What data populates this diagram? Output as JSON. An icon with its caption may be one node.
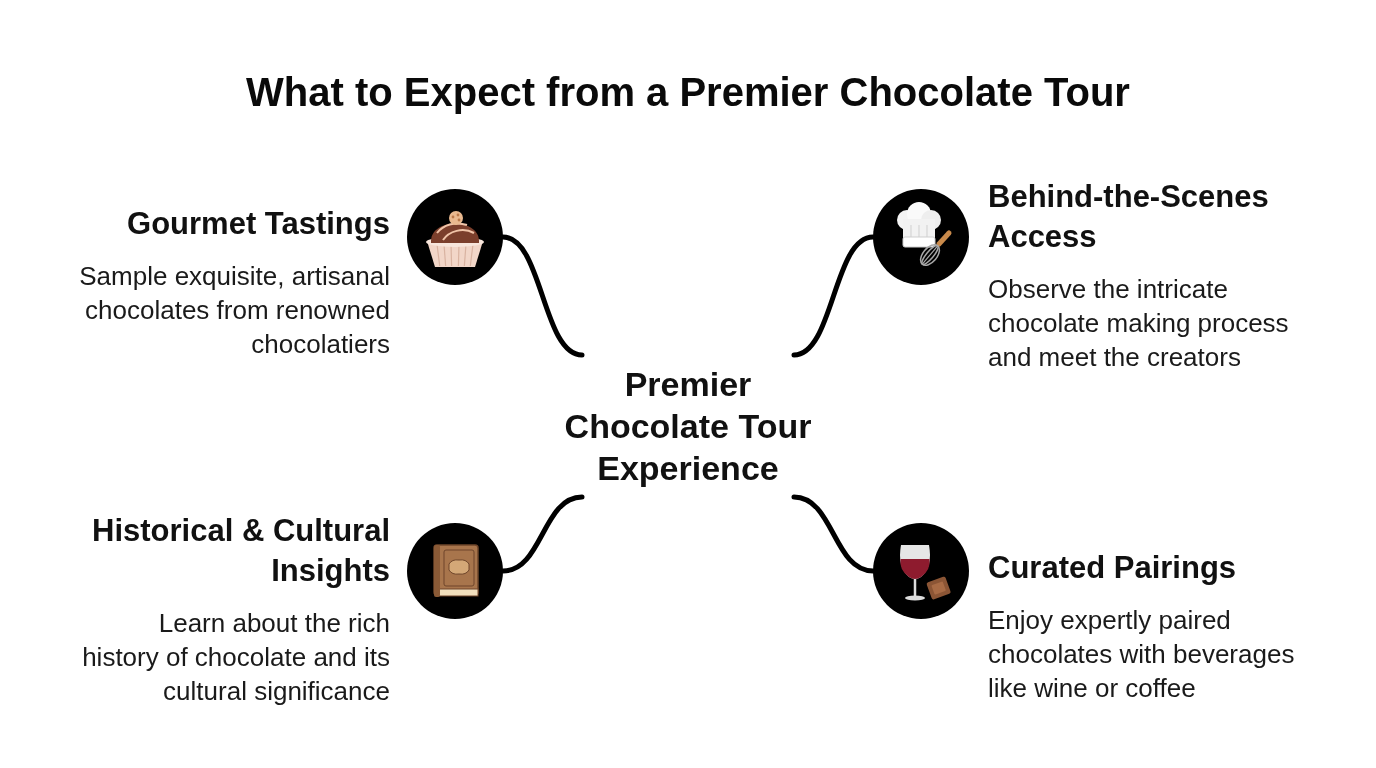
{
  "diagram": {
    "title": "What to Expect from a Premier Chocolate Tour",
    "nodes": [
      {
        "text": [],
        "shape": "circle",
        "beside": [
          "Gourmet Tastings",
          "Sample exquisite, artisanal chocolates from renowned chocolatiers"
        ]
      },
      {
        "text": [],
        "shape": "circle",
        "beside": [
          "Behind-the-Scenes Access",
          "Observe the intricate chocolate making process and meet the creators"
        ]
      },
      {
        "text": [
          "Premier Chocolate Tour Experience"
        ]
      },
      {
        "text": [],
        "shape": "circle",
        "beside": [
          "Historical & Cultural Insights",
          "Learn about the rich history of chocolate and its cultural significance"
        ]
      },
      {
        "text": [],
        "shape": "circle",
        "beside": [
          "Curated Pairings",
          "Enjoy expertly paired chocolates with beverages like wine or coffee"
        ]
      }
    ],
    "edges": [
      {
        "from": 2,
        "to": 0,
        "arrow": "none"
      },
      {
        "from": 2,
        "to": 1,
        "arrow": "none"
      },
      {
        "from": 2,
        "to": 3,
        "arrow": "none"
      },
      {
        "from": 2,
        "to": 4,
        "arrow": "none"
      }
    ]
  }
}
